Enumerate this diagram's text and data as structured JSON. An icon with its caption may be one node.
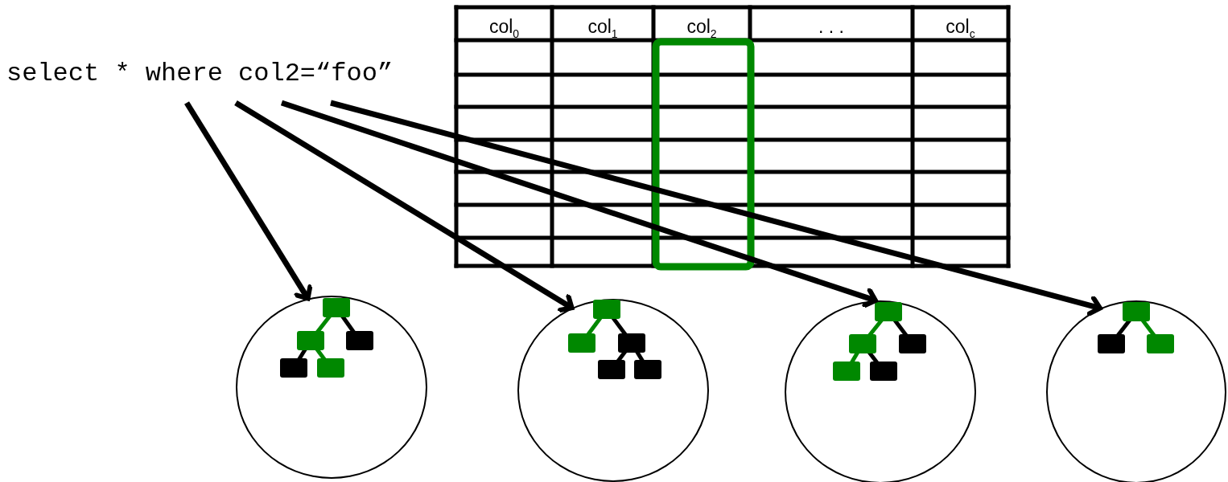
{
  "diagram": {
    "nodes": [
      {
        "text": [
          "select * where col2=“foo”"
        ]
      },
      {
        "text": [],
        "shape": "circle"
      },
      {
        "text": [],
        "shape": "circle"
      },
      {
        "text": [],
        "shape": "circle"
      },
      {
        "text": [],
        "shape": "circle"
      }
    ],
    "edges": [
      {
        "from": 0,
        "to": 1,
        "arrow": "to"
      },
      {
        "from": 0,
        "to": 2,
        "arrow": "to"
      },
      {
        "from": 0,
        "to": 3,
        "arrow": "to"
      },
      {
        "from": 0,
        "to": 4,
        "arrow": "to"
      }
    ],
    "labels": [
      "col$_{0}$",
      "col$_{1}$",
      "col$_{2}$",
      ". . .",
      "col$_{c}$"
    ]
  }
}
